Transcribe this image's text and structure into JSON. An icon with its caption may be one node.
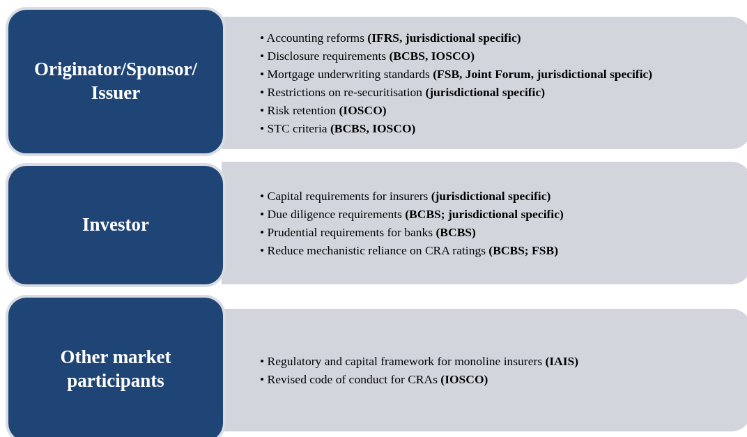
{
  "diagram": {
    "nodes": [
      {
        "text": [
          "Originator/Sponsor/ Issuer"
        ]
      },
      {
        "text": [
          "• Accounting reforms **(IFRS, jurisdictional specific)**",
          "• Disclosure requirements **(BCBS, IOSCO)**",
          "• Mortgage underwriting standards **(FSB, Joint Forum, jurisdictional specific)**",
          "• Restrictions on re-securitisation **(jurisdictional specific)**",
          "• Risk retention **(IOSCO)**",
          "• STC criteria **(BCBS, IOSCO)**"
        ]
      },
      {
        "text": [
          "Investor"
        ]
      },
      {
        "text": [
          "• Capital requirements for insurers **(jurisdictional specific)**",
          "• Due diligence requirements **(BCBS; jurisdictional specific)**",
          "• Prudential requirements for banks **(BCBS)**",
          "• Reduce mechanistic reliance on CRA ratings **(BCBS; FSB)**"
        ]
      },
      {
        "text": [
          "Other market participants"
        ]
      },
      {
        "text": [
          "• Regulatory and capital framework for monoline insurers **(IAIS)**",
          "• Revised code of conduct for CRAs **(IOSCO)**"
        ]
      }
    ]
  }
}
